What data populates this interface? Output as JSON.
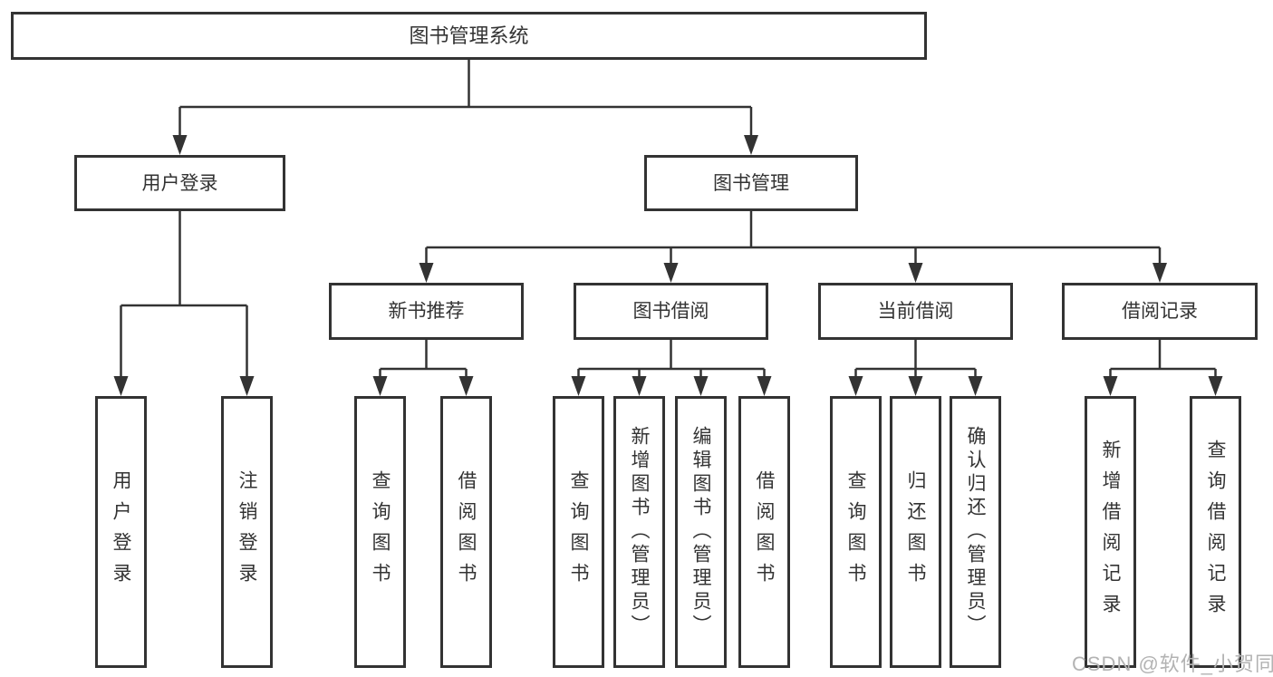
{
  "diagram": {
    "root": {
      "label": "图书管理系统"
    },
    "branches": [
      {
        "label": "用户登录"
      },
      {
        "label": "图书管理"
      }
    ],
    "modules": [
      {
        "label": "新书推荐"
      },
      {
        "label": "图书借阅"
      },
      {
        "label": "当前借阅"
      },
      {
        "label": "借阅记录"
      }
    ],
    "leaves": {
      "login": [
        {
          "label": "用户登录"
        },
        {
          "label": "注销登录"
        }
      ],
      "newbook": [
        {
          "label": "查询图书"
        },
        {
          "label": "借阅图书"
        }
      ],
      "borrow": [
        {
          "label": "查询图书"
        },
        {
          "label": "新增图书（管理员）"
        },
        {
          "label": "编辑图书（管理员）"
        },
        {
          "label": "借阅图书"
        }
      ],
      "current": [
        {
          "label": "查询图书"
        },
        {
          "label": "归还图书"
        },
        {
          "label": "确认归还（管理员）"
        }
      ],
      "records": [
        {
          "label": "新增借阅记录"
        },
        {
          "label": "查询借阅记录"
        }
      ]
    },
    "watermark": "CSDN @软件_小贺同学",
    "colors": {
      "line": "#333333",
      "text": "#333333",
      "box_background": "#ffffff",
      "watermark": "#b3b3b3",
      "page_background": "#ffffff"
    }
  }
}
